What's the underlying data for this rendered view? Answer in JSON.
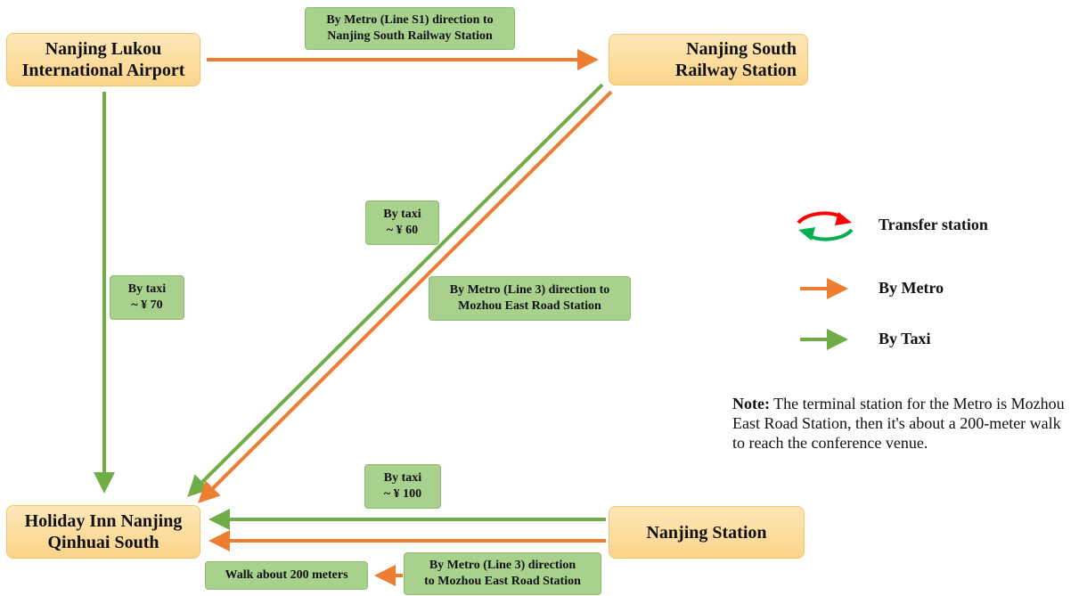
{
  "nodes": {
    "airport": "Nanjing Lukou\nInternational Airport",
    "south_station": "Nanjing South\nRailway Station",
    "hotel": "Holiday Inn Nanjing\nQinhuai South",
    "nanjing_station": "Nanjing Station"
  },
  "edge_labels": {
    "airport_to_south_metro": "By Metro (Line S1) direction to\nNanjing South Railway Station",
    "airport_to_hotel_taxi": "By taxi\n~ ¥ 70",
    "south_to_hotel_taxi": "By taxi\n~ ¥ 60",
    "south_to_hotel_metro": "By Metro (Line 3) direction to\nMozhou East Road Station",
    "station_to_hotel_taxi": "By taxi\n~ ¥ 100",
    "station_to_hotel_metro": "By Metro (Line 3) direction\nto Mozhou East Road Station",
    "walk": "Walk about 200 meters"
  },
  "legend": {
    "transfer": "Transfer station",
    "metro": "By Metro",
    "taxi": "By Taxi"
  },
  "note": {
    "bold": "Note:",
    "text": " The terminal station for the Metro is Mozhou East Road Station, then it's about a 200-meter walk to reach the conference venue."
  },
  "colors": {
    "metro": "#ed7d31",
    "taxi": "#70ad47",
    "transfer_red": "#ff0000",
    "transfer_green": "#00b050",
    "node_fill": "#fbd48a",
    "label_fill": "#a9d18e"
  }
}
